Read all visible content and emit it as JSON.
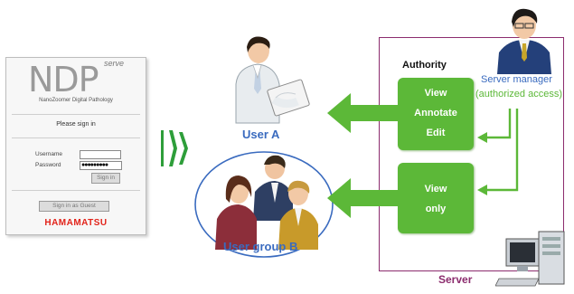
{
  "login_panel": {
    "logo_serve": "serve",
    "logo_ndp": "NDP",
    "logo_subtitle": "NanoZoomer Digital Pathology",
    "please_sign_in": "Please sign in",
    "username_label": "Username",
    "password_label": "Password",
    "password_mask": "●●●●●●●●●",
    "sign_in_button": "Sign in",
    "guest_button": "Sign in as Guest",
    "brand": "HAMAMATSU"
  },
  "users": {
    "user_a": "User A",
    "user_group_b": "User group B"
  },
  "server": {
    "authority_title": "Authority",
    "box1_lines": [
      "View",
      "Annotate",
      "Edit"
    ],
    "box2_lines": [
      "View",
      "only"
    ],
    "manager_label": "Server manager",
    "manager_sub": "(authorized access)",
    "server_label": "Server"
  },
  "colors": {
    "arrow_green": "#5cb838",
    "server_border": "#8c2c6e",
    "user_label_blue": "#3a6bbf",
    "manager_label_green": "#5cb838",
    "hamamatsu_red": "#e2231a"
  }
}
